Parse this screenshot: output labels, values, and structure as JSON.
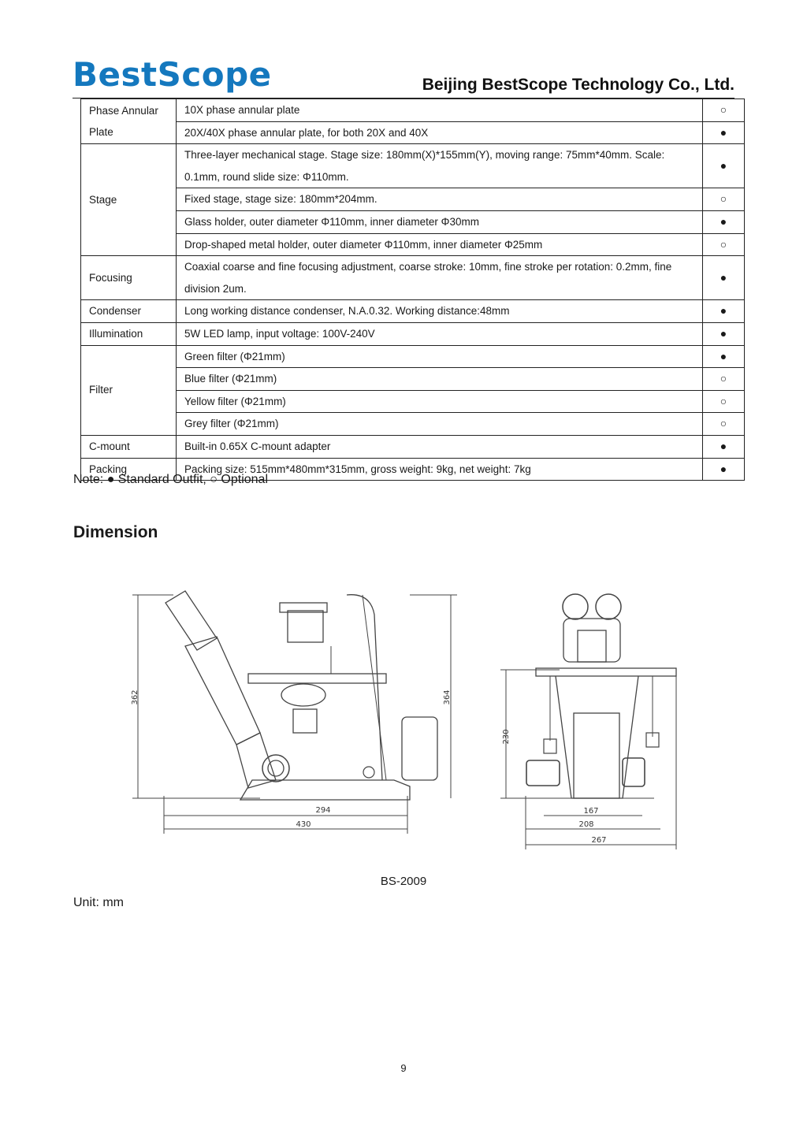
{
  "header": {
    "logo_text": "BestScope",
    "company": "Beijing BestScope Technology Co., Ltd."
  },
  "table": {
    "groups": [
      {
        "category": "Phase Annular Plate",
        "rows": [
          {
            "desc": "10X phase annular plate",
            "mark": "○"
          },
          {
            "desc": "20X/40X phase annular plate, for both 20X and 40X",
            "mark": "●"
          }
        ]
      },
      {
        "category": "Stage",
        "rows": [
          {
            "desc": "Three-layer mechanical stage. Stage size: 180mm(X)*155mm(Y), moving range: 75mm*40mm. Scale: 0.1mm, round slide size: Φ110mm.",
            "mark": "●"
          },
          {
            "desc": "Fixed stage, stage size: 180mm*204mm.",
            "mark": "○"
          },
          {
            "desc": "Glass holder, outer diameter Φ110mm, inner diameter Φ30mm",
            "mark": "●"
          },
          {
            "desc": "Drop-shaped metal holder, outer diameter Φ110mm, inner diameter Φ25mm",
            "mark": "○"
          }
        ]
      },
      {
        "category": "Focusing",
        "rows": [
          {
            "desc": "Coaxial coarse and fine focusing adjustment, coarse stroke: 10mm, fine stroke per rotation: 0.2mm, fine division 2um.",
            "mark": "●"
          }
        ]
      },
      {
        "category": "Condenser",
        "rows": [
          {
            "desc": "Long working distance condenser, N.A.0.32. Working distance:48mm",
            "mark": "●"
          }
        ]
      },
      {
        "category": "Illumination",
        "rows": [
          {
            "desc": "5W LED lamp, input voltage: 100V-240V",
            "mark": "●"
          }
        ]
      },
      {
        "category": "Filter",
        "rows": [
          {
            "desc": "Green filter (Φ21mm)",
            "mark": "●"
          },
          {
            "desc": "Blue filter (Φ21mm)",
            "mark": "○"
          },
          {
            "desc": "Yellow filter (Φ21mm)",
            "mark": "○"
          },
          {
            "desc": "Grey filter (Φ21mm)",
            "mark": "○"
          }
        ]
      },
      {
        "category": "C-mount",
        "rows": [
          {
            "desc": "Built-in 0.65X C-mount adapter",
            "mark": "●"
          }
        ]
      },
      {
        "category": "Packing",
        "rows": [
          {
            "desc": "Packing size: 515mm*480mm*315mm, gross weight: 9kg, net weight: 7kg",
            "mark": "●"
          }
        ]
      }
    ]
  },
  "note": "Note: ● Standard Outfit, ○ Optional",
  "section_title": "Dimension",
  "drawing": {
    "side_dims": {
      "height_left": "362",
      "height_right": "364",
      "inner_width": "294",
      "outer_width": "430"
    },
    "front_dims": {
      "height": "230",
      "inner_width": "167",
      "mid_width": "208",
      "outer_width": "267"
    }
  },
  "caption": "BS-2009",
  "unit": "Unit: mm",
  "page_number": "9"
}
